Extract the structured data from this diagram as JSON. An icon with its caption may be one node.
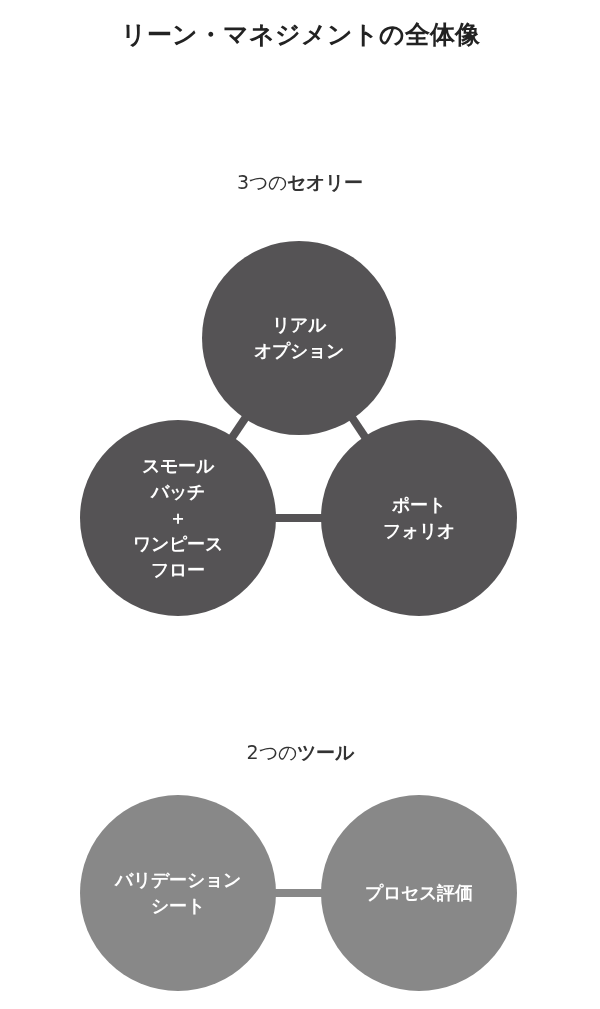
{
  "diagram": {
    "title": "リーン・マネジメントの全体像",
    "nodes": [
      {
        "text": [
          "リアルオプション"
        ]
      },
      {
        "text": [
          "スモールバッチ＋ワンピースフロー"
        ]
      },
      {
        "text": [
          "ポートフォリオ"
        ]
      },
      {
        "text": [
          "バリデーションシート"
        ]
      },
      {
        "text": [
          "プロセス評価"
        ]
      }
    ],
    "edges": [
      {
        "from": 0,
        "to": 1,
        "arrow": "none"
      },
      {
        "from": 0,
        "to": 2,
        "arrow": "none"
      },
      {
        "from": 1,
        "to": 2,
        "arrow": "none"
      },
      {
        "from": 3,
        "to": 4,
        "arrow": "none",
        "color": "#888888"
      }
    ],
    "labels": [
      "3つの**セオリー**",
      "2つの**ツール**"
    ]
  }
}
